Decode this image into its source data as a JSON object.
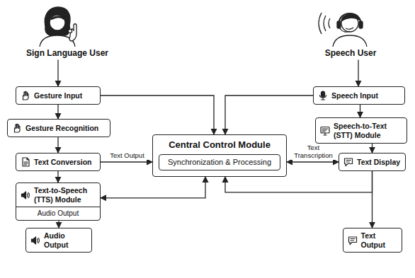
{
  "diagram": {
    "nodes": [
      {
        "text": [
          "Sign Language User"
        ]
      },
      {
        "text": [
          "Speech User"
        ]
      },
      {
        "text": [
          "Gesture Input"
        ]
      },
      {
        "text": [
          "Speech Input"
        ]
      },
      {
        "text": [
          "Gesture Recognition"
        ]
      },
      {
        "text": [
          "Speech-to-Text (STT) Module"
        ]
      },
      {
        "text": [
          "Central Control Module"
        ]
      },
      {
        "text": [
          "Synchronization & Processing"
        ],
        "in": 6
      },
      {
        "text": [
          "Text Conversion"
        ]
      },
      {
        "text": [
          "Text Display"
        ]
      },
      {
        "text": [
          "Text-to-Speech (TTS) Module",
          "Audio Output"
        ]
      },
      {
        "text": [
          "Audio Output"
        ]
      },
      {
        "text": [
          "Text Output"
        ]
      }
    ],
    "edges": [
      {
        "from": 0,
        "to": 2,
        "arrow": "to"
      },
      {
        "from": 1,
        "to": 3,
        "arrow": "to"
      },
      {
        "from": 2,
        "to": 4,
        "arrow": "to"
      },
      {
        "from": 4,
        "to": 8,
        "arrow": "to"
      },
      {
        "from": 8,
        "to": 10,
        "arrow": "to"
      },
      {
        "from": 10,
        "to": 11,
        "arrow": "to"
      },
      {
        "from": 2,
        "to": 6,
        "arrow": "to"
      },
      {
        "from": 3,
        "to": 6,
        "arrow": "to"
      },
      {
        "from": 8,
        "to": 6,
        "label": "Text Output",
        "arrow": "to"
      },
      {
        "from": 6,
        "to": 9,
        "label": "Text Transcription",
        "arrow": "both"
      },
      {
        "from": 3,
        "to": 5,
        "arrow": "to"
      },
      {
        "from": 5,
        "to": 9,
        "arrow": "to"
      },
      {
        "from": 9,
        "to": 12,
        "arrow": "to"
      },
      {
        "from": 9,
        "to": 6,
        "arrow": "to"
      },
      {
        "from": 6,
        "to": 10,
        "arrow": "both"
      }
    ]
  }
}
